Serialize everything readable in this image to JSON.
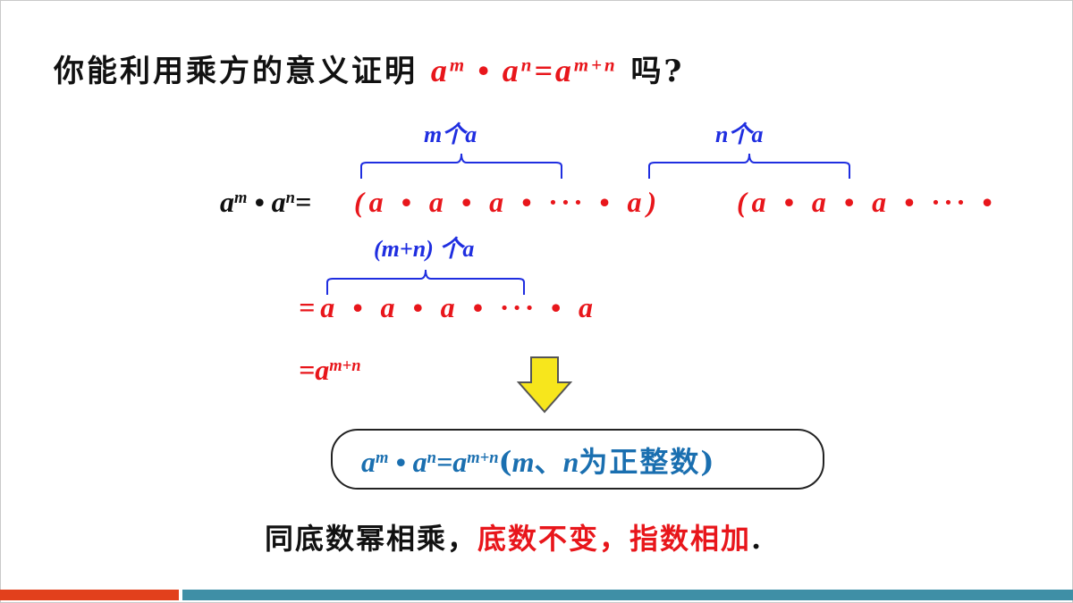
{
  "title": {
    "question": "你能利用乘方的意义证明",
    "formula_a1": "a",
    "formula_m": "m",
    "formula_dot": " • ",
    "formula_a2": "a",
    "formula_n": "n",
    "formula_eq": "=",
    "formula_a3": "a",
    "formula_mn": "m+n",
    "question_end": "吗?"
  },
  "braces": {
    "m_label": "m个a",
    "n_label": "n个a",
    "mn_label": "(m+n) 个a"
  },
  "line1": {
    "lhs": "am • an=",
    "group1": "(a • a • a • ··· • a)",
    "group2": "(a • a • a • ··· •"
  },
  "line2": {
    "text": "=a • a • a • ··· • a"
  },
  "line3": {
    "eq": "=a",
    "exp": "m+n"
  },
  "result_box": {
    "a1": "a",
    "m": "m",
    "dot": " • ",
    "a2": "a",
    "n": "n",
    "eq": "=",
    "a3": "a",
    "mn": "m+n",
    "cond_open": "(",
    "cond_m": "m",
    "cond_sep": "、",
    "cond_n": "n",
    "cond_text": "为正整数",
    "cond_close": ")"
  },
  "summary": {
    "part1": "同底数幂相乘，",
    "part2": "底数不变，",
    "part3": "指数相加",
    "end": "."
  },
  "colors": {
    "red": "#e8161b",
    "blue": "#1f2ee0",
    "teal": "#1a6fb0",
    "arrow_fill": "#f7e61c",
    "bar_orange": "#e2401c",
    "bar_teal": "#3f8fa6"
  }
}
